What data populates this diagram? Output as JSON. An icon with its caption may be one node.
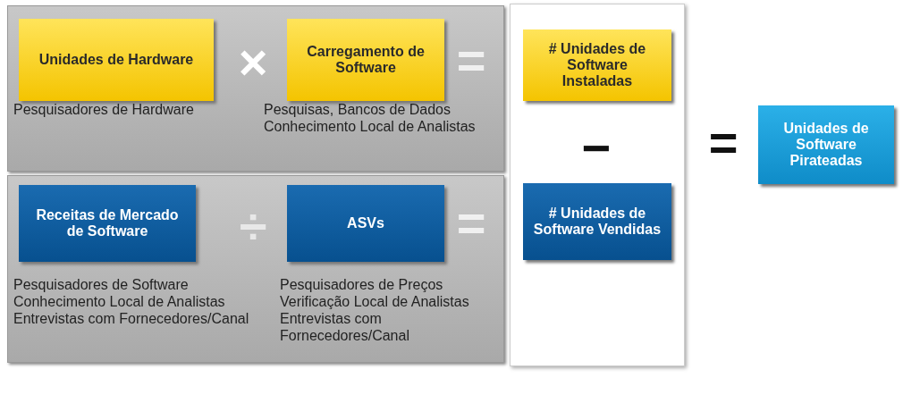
{
  "diagram": {
    "nodes": [
      {
        "text": [],
        "shape": "box"
      },
      {
        "text": [
          "Unidades de Hardware"
        ],
        "in": 0,
        "beside": [
          "Pesquisadores de Hardware"
        ]
      },
      {
        "text": [
          "Carregamento de Software"
        ],
        "in": 0,
        "beside": [
          "Pesquisas, Bancos de Dados",
          "Conhecimento Local de Analistas"
        ]
      },
      {
        "text": [],
        "shape": "box"
      },
      {
        "text": [
          "Receitas de Mercado de Software"
        ],
        "in": 3,
        "beside": [
          "Pesquisadores de Software",
          "Conhecimento Local de Analistas",
          "Entrevistas com Fornecedores/Canal"
        ]
      },
      {
        "text": [
          "ASVs"
        ],
        "in": 3,
        "beside": [
          "Pesquisadores de Preços",
          "Verificação Local de Analistas",
          "Entrevistas com Fornecedores/Canal"
        ]
      },
      {
        "text": [],
        "shape": "box"
      },
      {
        "text": [
          "# Unidades de Software Instaladas"
        ],
        "in": 6
      },
      {
        "text": [
          "# Unidades de Software Vendidas"
        ],
        "in": 6
      },
      {
        "text": [
          "Unidades de Software Pirateadas"
        ]
      }
    ],
    "labels": [
      "×",
      "=",
      "÷",
      "=",
      "−",
      "="
    ]
  }
}
